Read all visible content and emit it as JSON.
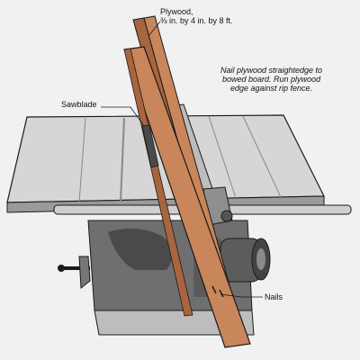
{
  "figure": {
    "labels": {
      "plywood_title": "Plywood,",
      "plywood_size": "⅜ in. by 4 in. by 8 ft.",
      "note": [
        "Nail plywood straightedge to",
        "bowed board. Run plywood",
        "edge against rip fence."
      ],
      "sawblade": "Sawblade",
      "nails": "Nails"
    },
    "colors": {
      "background": "#f1f1f1",
      "wood": "#c9865a",
      "wood_dark": "#a9653e",
      "metal": "#d8d8d8",
      "metal_dark": "#6c6c6c",
      "ink": "#1a1a1a"
    }
  }
}
